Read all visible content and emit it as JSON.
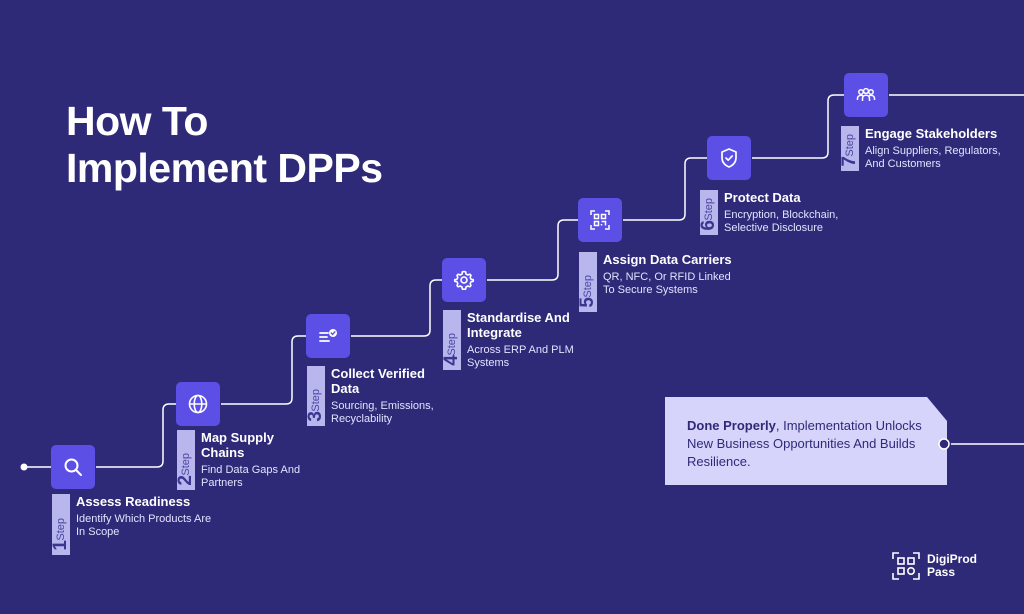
{
  "title": {
    "line1": "How To",
    "line2": "Implement DPPs"
  },
  "step_word": "Step",
  "steps": [
    {
      "number": "1",
      "title": "Assess Readiness",
      "description": "Identify Which Products Are In Scope",
      "icon": "search-icon"
    },
    {
      "number": "2",
      "title": "Map Supply Chains",
      "description": "Find Data Gaps And Partners",
      "icon": "globe-icon"
    },
    {
      "number": "3",
      "title": "Collect Verified Data",
      "description": "Sourcing, Emissions, Recyclability",
      "icon": "verified-list-icon"
    },
    {
      "number": "4",
      "title": "Standardise And Integrate",
      "description": "Across ERP And PLM Systems",
      "icon": "gear-icon"
    },
    {
      "number": "5",
      "title": "Assign Data Carriers",
      "description": "QR, NFC, Or RFID Linked To Secure Systems",
      "icon": "qr-code-icon"
    },
    {
      "number": "6",
      "title": "Protect Data",
      "description": "Encryption, Blockchain, Selective Disclosure",
      "icon": "shield-check-icon"
    },
    {
      "number": "7",
      "title": "Engage Stakeholders",
      "description": "Align Suppliers, Regulators, And Customers",
      "icon": "people-group-icon"
    }
  ],
  "callout": {
    "bold": "Done Properly",
    "text": ", Implementation Unlocks New Business Opportunities And Builds Resilience."
  },
  "logo": {
    "line1": "DigiProd",
    "line2": "Pass"
  },
  "colors": {
    "background": "#2e2a78",
    "icon_box": "#5b4fe6",
    "step_tag": "#b9b6ee",
    "callout": "#d6d4fa",
    "line": "#ffffff"
  }
}
